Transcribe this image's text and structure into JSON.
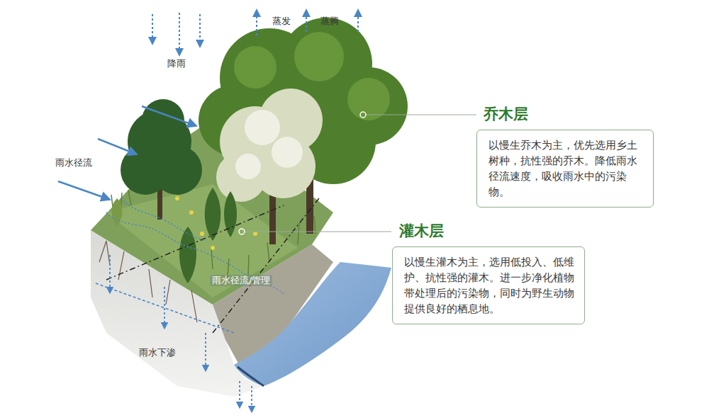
{
  "diagram": {
    "nodes": [
      {
        "text": [
          "乔木层",
          "以慢生乔木为主，优先选用乡土树种，抗性强的乔木。降低雨水径流速度，吸收雨水中的污染物。"
        ]
      },
      {
        "text": [
          "灌木层",
          "以慢生灌木为主，选用低投入、低维护、抗性强的灌木。进一步净化植物带处理后的污染物，同时为野生动物提供良好的栖息地。"
        ]
      }
    ],
    "labels": [
      "降雨",
      "蒸发",
      "蒸腾",
      "雨水径流",
      "雨水径流/管理",
      "雨水下渗"
    ]
  }
}
